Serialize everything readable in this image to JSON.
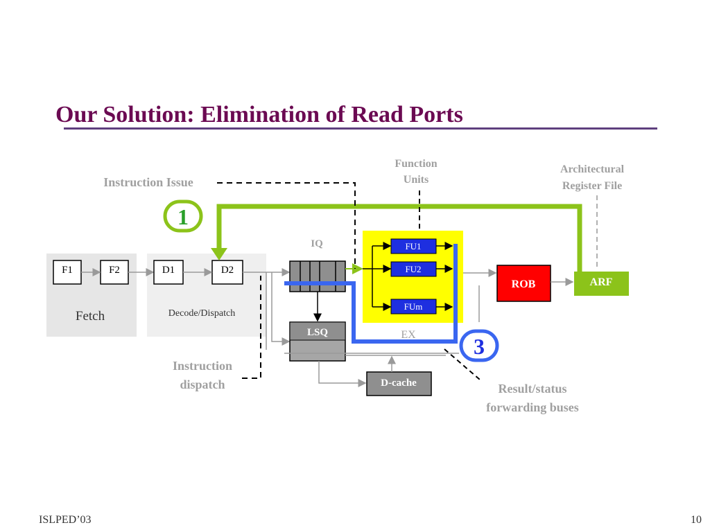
{
  "slide": {
    "title": "Our Solution: Elimination of Read Ports",
    "footer_left": "ISLPED’03",
    "page_number": "10"
  },
  "diagram": {
    "annotations": {
      "instruction_issue": "Instruction Issue",
      "function_units_line1": "Function",
      "function_units_line2": "Units",
      "arf_line1": "Architectural",
      "arf_line2": "Register File",
      "instruction_dispatch_line1": "Instruction",
      "instruction_dispatch_line2": "dispatch",
      "result_line1": "Result/status",
      "result_line2": "forwarding buses"
    },
    "stages": {
      "f1": "F1",
      "f2": "F2",
      "fetch": "Fetch",
      "d1": "D1",
      "d2": "D2",
      "decode_dispatch": "Decode/Dispatch",
      "iq": "IQ",
      "lsq": "LSQ",
      "fu1": "FU1",
      "fu2": "FU2",
      "fum": "FUm",
      "ex": "EX",
      "rob": "ROB",
      "arf": "ARF",
      "dcache": "D-cache"
    },
    "markers": {
      "one": "1",
      "three": "3"
    },
    "colors": {
      "green_path": "#8cc31a",
      "blue_path": "#3a66f0",
      "ex_block": "#ffff00",
      "fu_box": "#1e2fe0",
      "rob": "#ff0000",
      "arf": "#8cc31a",
      "title": "#6b0a52",
      "annotation_text": "#a0a0a0"
    }
  }
}
